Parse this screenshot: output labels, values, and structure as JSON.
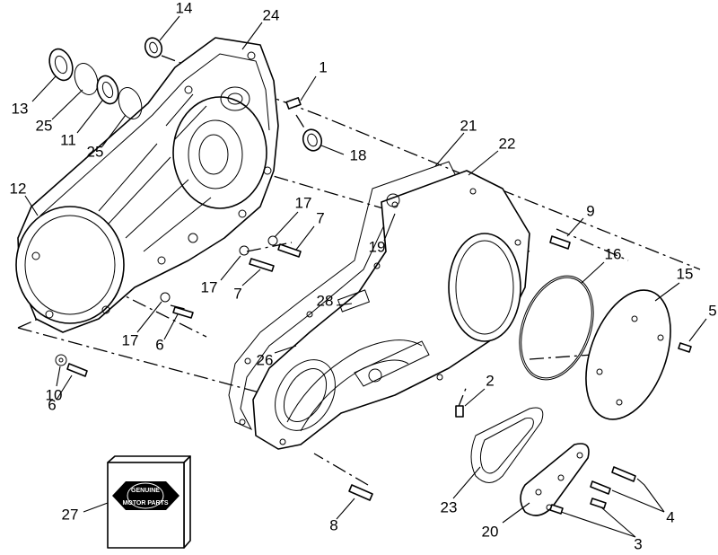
{
  "callouts": [
    {
      "id": "c14",
      "label": "14"
    },
    {
      "id": "c24",
      "label": "24"
    },
    {
      "id": "c1",
      "label": "1"
    },
    {
      "id": "c13",
      "label": "13"
    },
    {
      "id": "c25a",
      "label": "25"
    },
    {
      "id": "c11",
      "label": "11"
    },
    {
      "id": "c25b",
      "label": "25"
    },
    {
      "id": "c18",
      "label": "18"
    },
    {
      "id": "c21",
      "label": "21"
    },
    {
      "id": "c22",
      "label": "22"
    },
    {
      "id": "c12",
      "label": "12"
    },
    {
      "id": "c17a",
      "label": "17"
    },
    {
      "id": "c7a",
      "label": "7"
    },
    {
      "id": "c9",
      "label": "9"
    },
    {
      "id": "c19",
      "label": "19"
    },
    {
      "id": "c16",
      "label": "16"
    },
    {
      "id": "c15",
      "label": "15"
    },
    {
      "id": "c17b",
      "label": "17"
    },
    {
      "id": "c7b",
      "label": "7"
    },
    {
      "id": "c28",
      "label": "28"
    },
    {
      "id": "c5",
      "label": "5"
    },
    {
      "id": "c17c",
      "label": "17"
    },
    {
      "id": "c6a",
      "label": "6"
    },
    {
      "id": "c26",
      "label": "26"
    },
    {
      "id": "c2",
      "label": "2"
    },
    {
      "id": "c10",
      "label": "10"
    },
    {
      "id": "c6b",
      "label": "6"
    },
    {
      "id": "c27",
      "label": "27"
    },
    {
      "id": "c23",
      "label": "23"
    },
    {
      "id": "c4",
      "label": "4"
    },
    {
      "id": "c8",
      "label": "8"
    },
    {
      "id": "c20",
      "label": "20"
    },
    {
      "id": "c3",
      "label": "3"
    }
  ],
  "emblem": {
    "top_text": "GENUINE",
    "bottom_text": "MOTOR PARTS"
  }
}
